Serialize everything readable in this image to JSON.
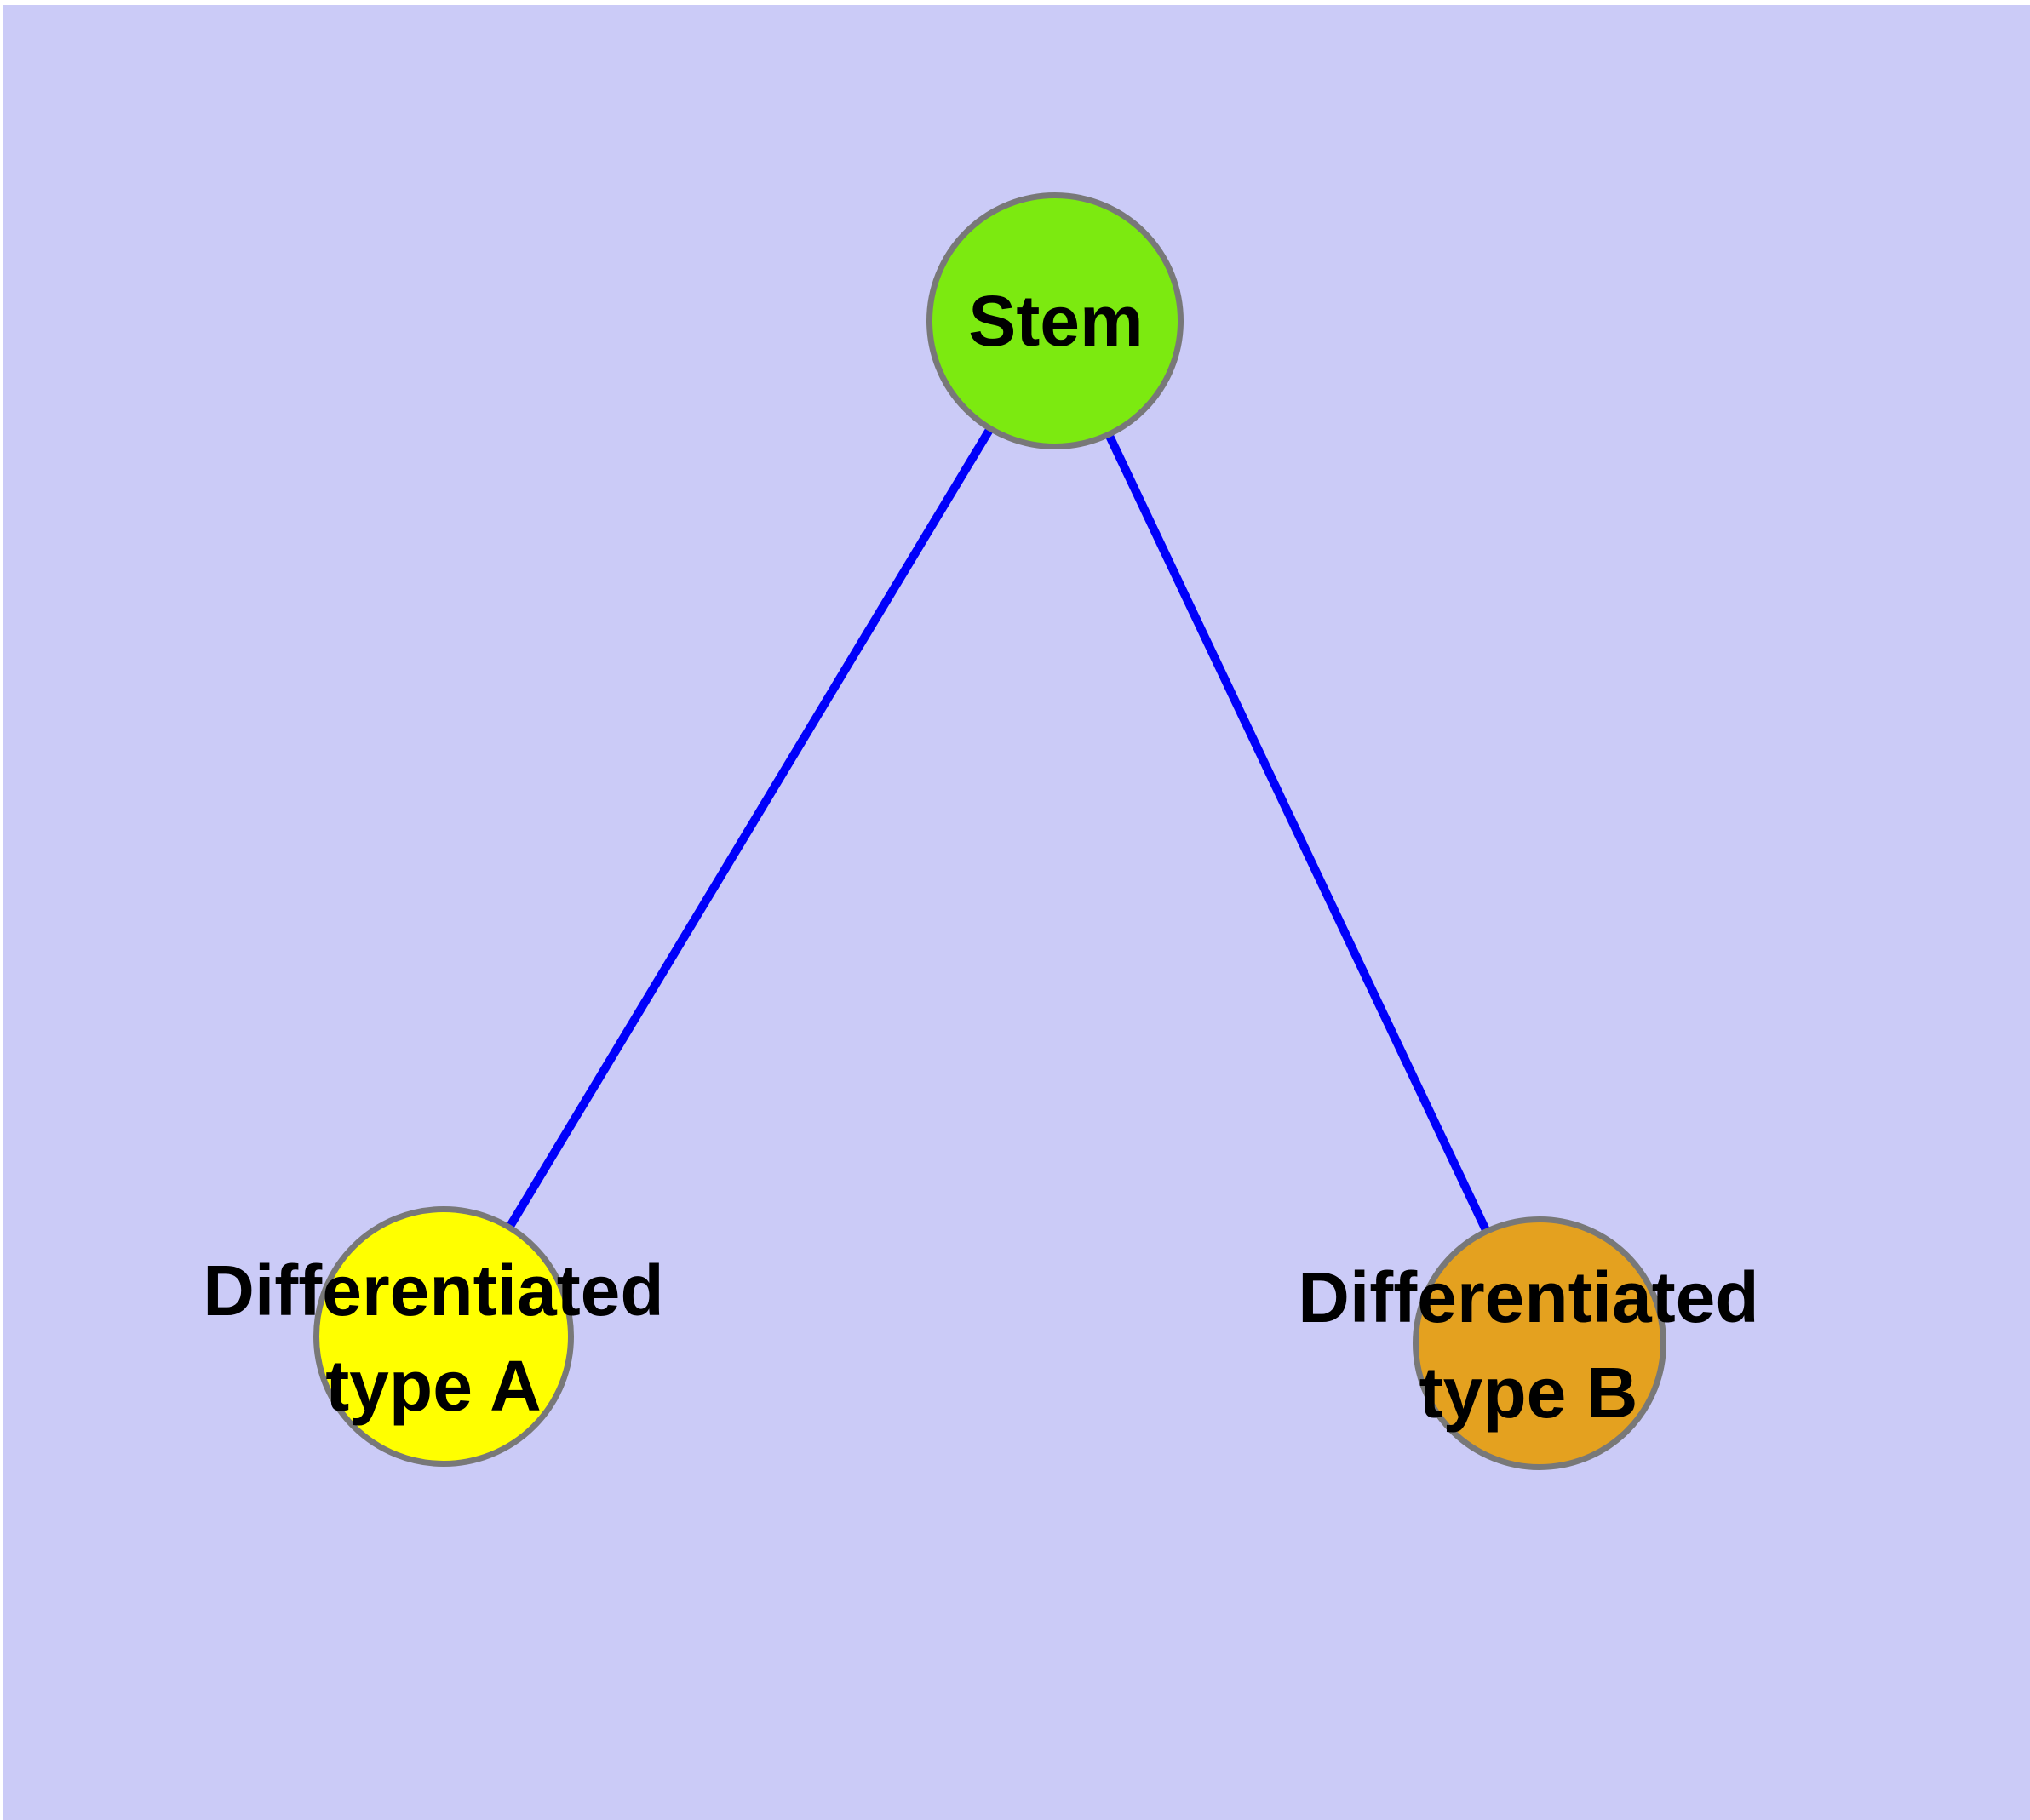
{
  "figure": {
    "type": "node-link-diagram",
    "background_color": "#CBCBF7",
    "margin_color": "#FFFFFF"
  },
  "graph": {
    "node_border_color": "#787878",
    "edge_color": "#0000FA",
    "label_color": "#000000",
    "nodes": {
      "stem": {
        "label": "Stem",
        "fill": "#7CEA10"
      },
      "typeA": {
        "label": "Differentiated\ntype A",
        "fill": "#FFFF00"
      },
      "typeB": {
        "label": "Differentiated\ntype B",
        "fill": "#E4A11F"
      }
    },
    "edges": [
      {
        "from": "stem",
        "to": "typeA"
      },
      {
        "from": "stem",
        "to": "typeB"
      }
    ]
  }
}
